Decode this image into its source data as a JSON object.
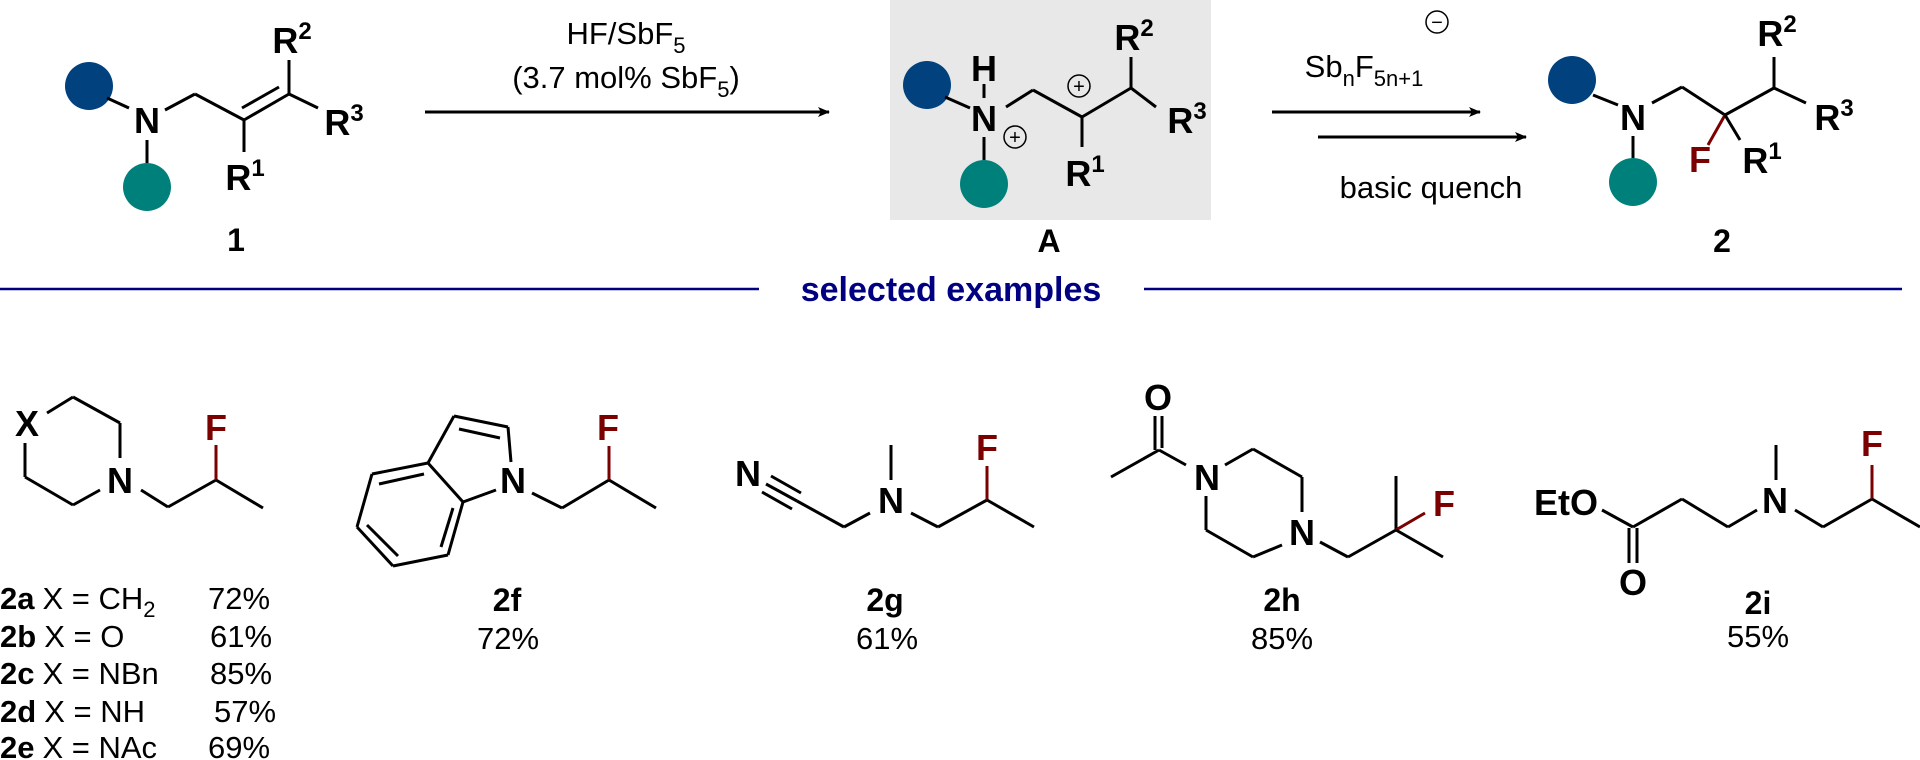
{
  "colors": {
    "substituent_blue": "#00417e",
    "substituent_teal": "#00807b",
    "fluorine": "#7b0000",
    "section_navy": "#000080",
    "intermediate_box": "#e8e8e8"
  },
  "atoms": {
    "N": "N",
    "H": "H",
    "F": "F",
    "O": "O",
    "X": "X",
    "EtO": "EtO",
    "R": "R"
  },
  "r_sup": {
    "r1": "1",
    "r2": "2",
    "r3": "3"
  },
  "charges": {
    "plus": "+",
    "minus": "−"
  },
  "scheme": {
    "step1": {
      "line1_text": "HF/SbF",
      "line1_sub": "5",
      "line2_text": "(3.7 mol% SbF",
      "line2_sub": "5",
      "line2_close": ")"
    },
    "step2": {
      "anion_a": "Sb",
      "anion_sub_a": "n",
      "anion_b": "F",
      "anion_sub_b": "5n+1",
      "below": "basic quench"
    },
    "labels": {
      "start": "1",
      "intermediate": "A",
      "product": "2"
    }
  },
  "section_title": "selected examples",
  "examples": {
    "morpholine_series": [
      {
        "id": "2a",
        "x_def": "X = CH",
        "x_sub": "2",
        "yield": "72%"
      },
      {
        "id": "2b",
        "x_def": "X = O",
        "x_sub": "",
        "yield": "61%"
      },
      {
        "id": "2c",
        "x_def": "X = NBn",
        "x_sub": "",
        "yield": "85%"
      },
      {
        "id": "2d",
        "x_def": "X = NH",
        "x_sub": "",
        "yield": "57%"
      },
      {
        "id": "2e",
        "x_def": "X = NAc",
        "x_sub": "",
        "yield": "69%"
      }
    ],
    "f": {
      "id": "2f",
      "yield": "72%"
    },
    "g": {
      "id": "2g",
      "yield": "61%"
    },
    "h": {
      "id": "2h",
      "yield": "85%"
    },
    "i": {
      "id": "2i",
      "yield": "55%"
    }
  }
}
